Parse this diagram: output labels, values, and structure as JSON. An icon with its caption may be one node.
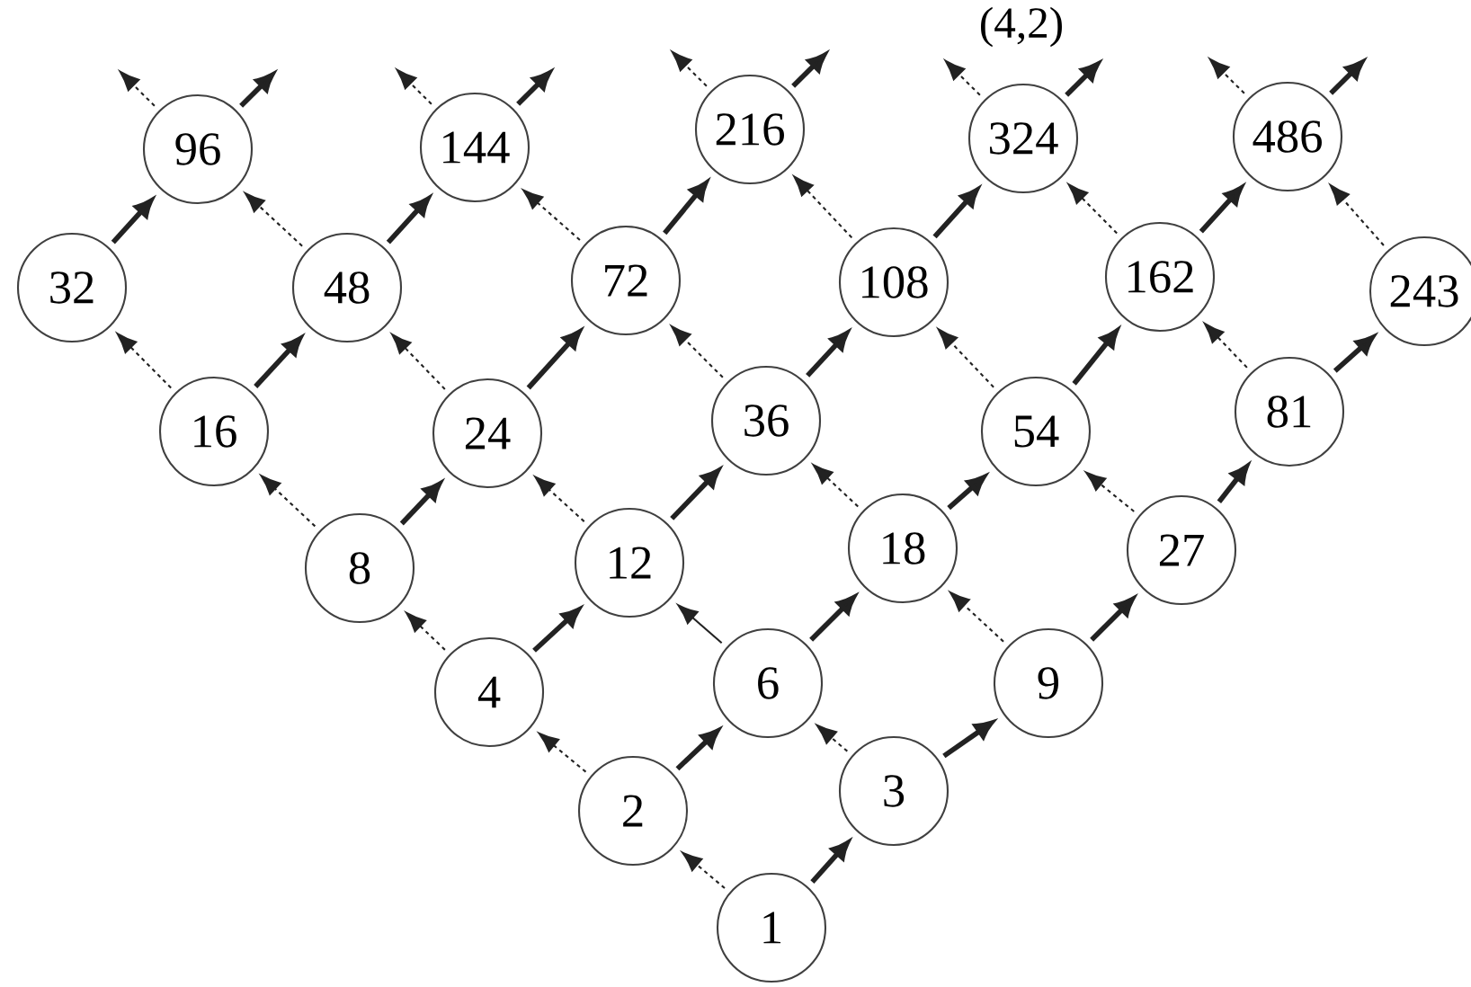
{
  "diagram": {
    "nodes": [
      {
        "text": [
          "96"
        ]
      },
      {
        "text": [
          "144"
        ]
      },
      {
        "text": [
          "216"
        ]
      },
      {
        "text": [
          "324"
        ]
      },
      {
        "text": [
          "486"
        ]
      },
      {
        "text": [
          "32"
        ]
      },
      {
        "text": [
          "48"
        ]
      },
      {
        "text": [
          "72"
        ]
      },
      {
        "text": [
          "108"
        ]
      },
      {
        "text": [
          "162"
        ]
      },
      {
        "text": [
          "243"
        ]
      },
      {
        "text": [
          "16"
        ]
      },
      {
        "text": [
          "24"
        ]
      },
      {
        "text": [
          "36"
        ]
      },
      {
        "text": [
          "54"
        ]
      },
      {
        "text": [
          "81"
        ]
      },
      {
        "text": [
          "8"
        ]
      },
      {
        "text": [
          "12"
        ]
      },
      {
        "text": [
          "18"
        ]
      },
      {
        "text": [
          "27"
        ]
      },
      {
        "text": [
          "4"
        ]
      },
      {
        "text": [
          "6"
        ]
      },
      {
        "text": [
          "9"
        ]
      },
      {
        "text": [
          "2"
        ]
      },
      {
        "text": [
          "3"
        ]
      },
      {
        "text": [
          "1"
        ]
      }
    ],
    "edges": [
      {
        "from": 25,
        "to": 23,
        "arrow": "to",
        "style": "dashed"
      },
      {
        "from": 25,
        "to": 24,
        "arrow": "to",
        "style": "thick"
      },
      {
        "from": 23,
        "to": 20,
        "arrow": "to",
        "style": "dashed"
      },
      {
        "from": 23,
        "to": 21,
        "arrow": "to",
        "style": "thick"
      },
      {
        "from": 24,
        "to": 21,
        "arrow": "to",
        "style": "dashed"
      },
      {
        "from": 24,
        "to": 22,
        "arrow": "to",
        "style": "thick"
      },
      {
        "from": 20,
        "to": 16,
        "arrow": "to",
        "style": "dashed"
      },
      {
        "from": 20,
        "to": 17,
        "arrow": "to",
        "style": "thick"
      },
      {
        "from": 21,
        "to": 17,
        "arrow": "to"
      },
      {
        "from": 21,
        "to": 18,
        "arrow": "to",
        "style": "thick"
      },
      {
        "from": 22,
        "to": 18,
        "arrow": "to",
        "style": "dashed"
      },
      {
        "from": 22,
        "to": 19,
        "arrow": "to",
        "style": "thick"
      },
      {
        "from": 16,
        "to": 11,
        "arrow": "to",
        "style": "dashed"
      },
      {
        "from": 16,
        "to": 12,
        "arrow": "to",
        "style": "thick"
      },
      {
        "from": 17,
        "to": 12,
        "arrow": "to",
        "style": "dashed"
      },
      {
        "from": 17,
        "to": 13,
        "arrow": "to",
        "style": "thick"
      },
      {
        "from": 18,
        "to": 13,
        "arrow": "to",
        "style": "dashed"
      },
      {
        "from": 18,
        "to": 14,
        "arrow": "to",
        "style": "thick"
      },
      {
        "from": 19,
        "to": 14,
        "arrow": "to",
        "style": "dashed"
      },
      {
        "from": 19,
        "to": 15,
        "arrow": "to",
        "style": "thick"
      },
      {
        "from": 11,
        "to": 5,
        "arrow": "to",
        "style": "dashed"
      },
      {
        "from": 11,
        "to": 6,
        "arrow": "to",
        "style": "thick"
      },
      {
        "from": 12,
        "to": 6,
        "arrow": "to",
        "style": "dashed"
      },
      {
        "from": 12,
        "to": 7,
        "arrow": "to",
        "style": "thick"
      },
      {
        "from": 13,
        "to": 7,
        "arrow": "to",
        "style": "dashed"
      },
      {
        "from": 13,
        "to": 8,
        "arrow": "to",
        "style": "thick"
      },
      {
        "from": 14,
        "to": 8,
        "arrow": "to",
        "style": "dashed"
      },
      {
        "from": 14,
        "to": 9,
        "arrow": "to",
        "style": "thick"
      },
      {
        "from": 15,
        "to": 9,
        "arrow": "to",
        "style": "dashed"
      },
      {
        "from": 15,
        "to": 10,
        "arrow": "to",
        "style": "thick"
      },
      {
        "from": 5,
        "to": 0,
        "arrow": "to",
        "style": "thick"
      },
      {
        "from": 6,
        "to": 0,
        "arrow": "to",
        "style": "dashed"
      },
      {
        "from": 6,
        "to": 1,
        "arrow": "to",
        "style": "thick"
      },
      {
        "from": 7,
        "to": 1,
        "arrow": "to",
        "style": "dashed"
      },
      {
        "from": 7,
        "to": 2,
        "arrow": "to",
        "style": "thick"
      },
      {
        "from": 8,
        "to": 2,
        "arrow": "to",
        "style": "dashed"
      },
      {
        "from": 8,
        "to": 3,
        "arrow": "to",
        "style": "thick"
      },
      {
        "from": 9,
        "to": 3,
        "arrow": "to",
        "style": "dashed"
      },
      {
        "from": 9,
        "to": 4,
        "arrow": "to",
        "style": "thick"
      },
      {
        "from": 10,
        "to": 4,
        "arrow": "to",
        "style": "dashed"
      },
      {
        "from": 0,
        "to": null,
        "arrow": "to",
        "style": "dashed"
      },
      {
        "from": 0,
        "to": null,
        "arrow": "to",
        "style": "thick"
      },
      {
        "from": 1,
        "to": null,
        "arrow": "to",
        "style": "dashed"
      },
      {
        "from": 1,
        "to": null,
        "arrow": "to",
        "style": "thick"
      },
      {
        "from": 2,
        "to": null,
        "arrow": "to",
        "style": "dashed"
      },
      {
        "from": 2,
        "to": null,
        "arrow": "to",
        "style": "thick"
      },
      {
        "from": 3,
        "to": null,
        "arrow": "to",
        "style": "dashed"
      },
      {
        "from": 3,
        "to": null,
        "arrow": "to",
        "style": "thick"
      },
      {
        "from": 4,
        "to": null,
        "arrow": "to",
        "style": "dashed"
      },
      {
        "from": 4,
        "to": null,
        "arrow": "to",
        "style": "thick"
      }
    ],
    "labels": [
      "(4,2)"
    ]
  }
}
